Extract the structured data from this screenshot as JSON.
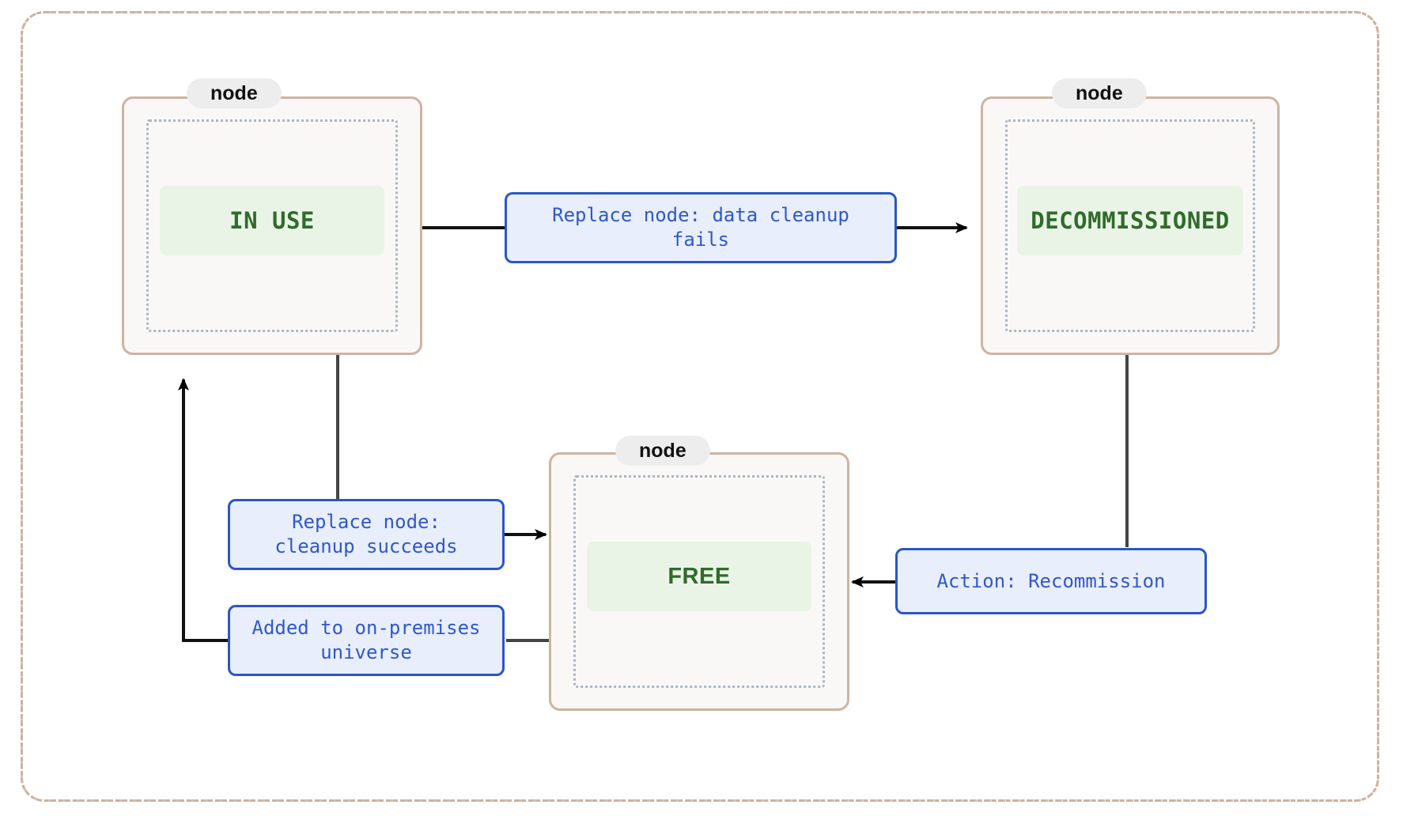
{
  "diagram": {
    "type": "state-diagram",
    "cluster_label": "",
    "colors": {
      "cluster_border": "#cbb3a0",
      "node_border": "#cdb4a2",
      "node_fill": "#faf8f6",
      "node_inner_border": "#a9b6c6",
      "state_text": "#306b2b",
      "state_fill": "#e9f4e6",
      "edge_label_border": "#2a56c6",
      "edge_label_fill": "#e8eefb",
      "edge_label_text": "#3158c8",
      "tag_fill": "#ededed",
      "link_stroke": "#333333"
    },
    "nodes": [
      {
        "id": "in_use",
        "tag": "node",
        "state": "IN USE"
      },
      {
        "id": "decommissioned",
        "tag": "node",
        "state": "DECOMMISSIONED"
      },
      {
        "id": "free",
        "tag": "node",
        "state": "FREE"
      }
    ],
    "edges": [
      {
        "id": "e1",
        "from": "in_use",
        "to": "decommissioned",
        "label": "Replace node: data cleanup\nfails"
      },
      {
        "id": "e2",
        "from": "in_use",
        "to": "free",
        "label": "Replace node:\ncleanup succeeds"
      },
      {
        "id": "e3",
        "from": "free",
        "to": "in_use",
        "label": "Added to on-premises\nuniverse"
      },
      {
        "id": "e4",
        "from": "decommissioned",
        "to": "free",
        "label": "Action: Recommission"
      }
    ]
  }
}
